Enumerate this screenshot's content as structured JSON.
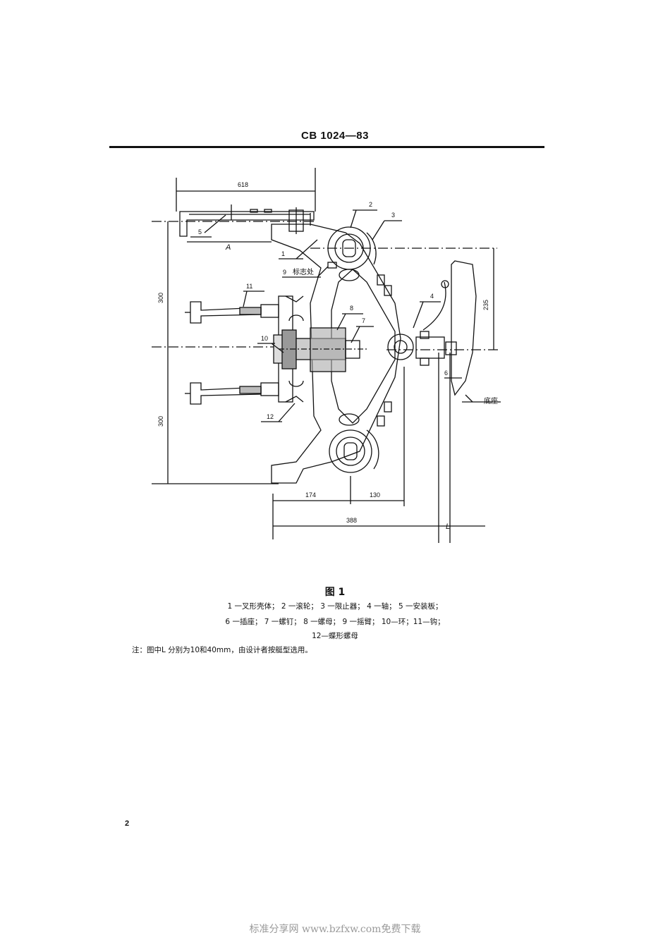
{
  "header": {
    "doc_code": "CB 1024—83"
  },
  "figure": {
    "dimensions": {
      "d618": "618",
      "d300_top": "300",
      "d300_bottom": "300",
      "d235": "235",
      "d174": "174",
      "d130": "130",
      "d388": "388"
    },
    "labels": {
      "A": "A",
      "L": "L",
      "mark_location": "标志处",
      "base": "底座"
    },
    "part_numbers": [
      "1",
      "2",
      "3",
      "4",
      "5",
      "6",
      "7",
      "8",
      "9",
      "10",
      "11",
      "12"
    ],
    "title": "图 1",
    "legend_lines": [
      "1 一叉形壳体； 2 一滚轮； 3 一限止器； 4 一轴； 5 一安装板；",
      "6 一插座； 7 一螺钉； 8 一螺母； 9 一摇臂； 10—环；11—钩；",
      "12—蝶形螺母"
    ]
  },
  "note": "注：图中L 分别为10和40mm，由设计者按艇型选用。",
  "page_number": "2",
  "footer": "标准分享网 www.bzfxw.com免费下载"
}
